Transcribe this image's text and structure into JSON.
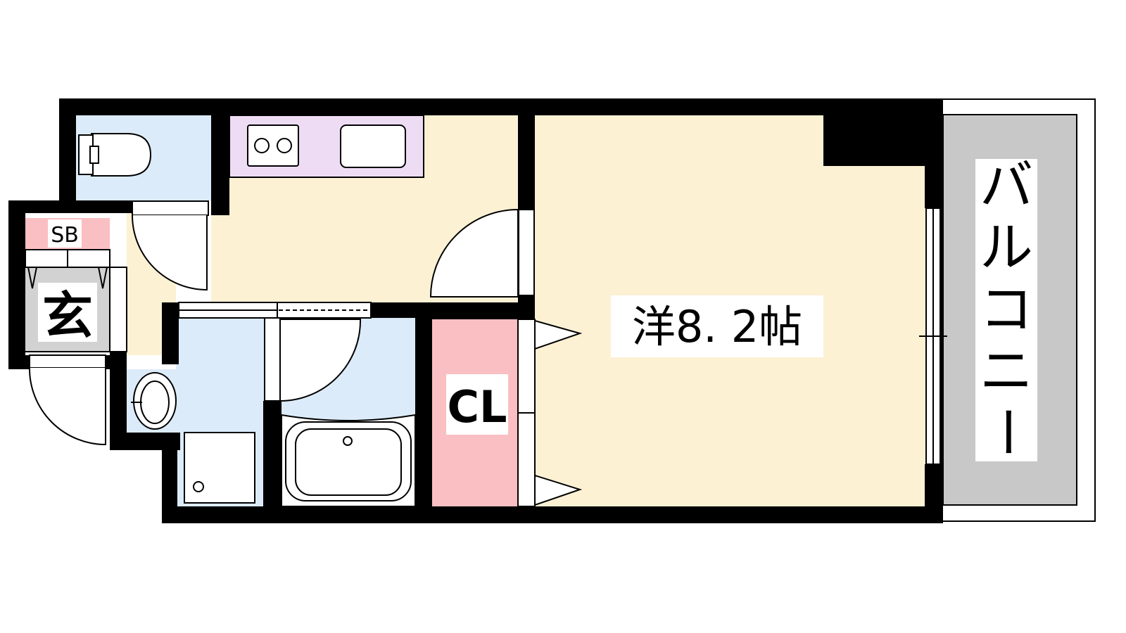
{
  "rooms": {
    "western": "洋8. 2帖",
    "closet": "CL",
    "shoe_box": "SB",
    "entrance": "玄"
  },
  "balcony": {
    "label": [
      "バ",
      "ル",
      "コ",
      "ニ",
      "ー"
    ]
  },
  "colors": {
    "wall": "#000000",
    "floor": "#fdf1d4",
    "water": "#dcebf9",
    "kitchen": "#eedcf4",
    "closet": "#f9bfc2",
    "balcony": "#c8c8c8",
    "entrance": "#d2d2d2"
  }
}
